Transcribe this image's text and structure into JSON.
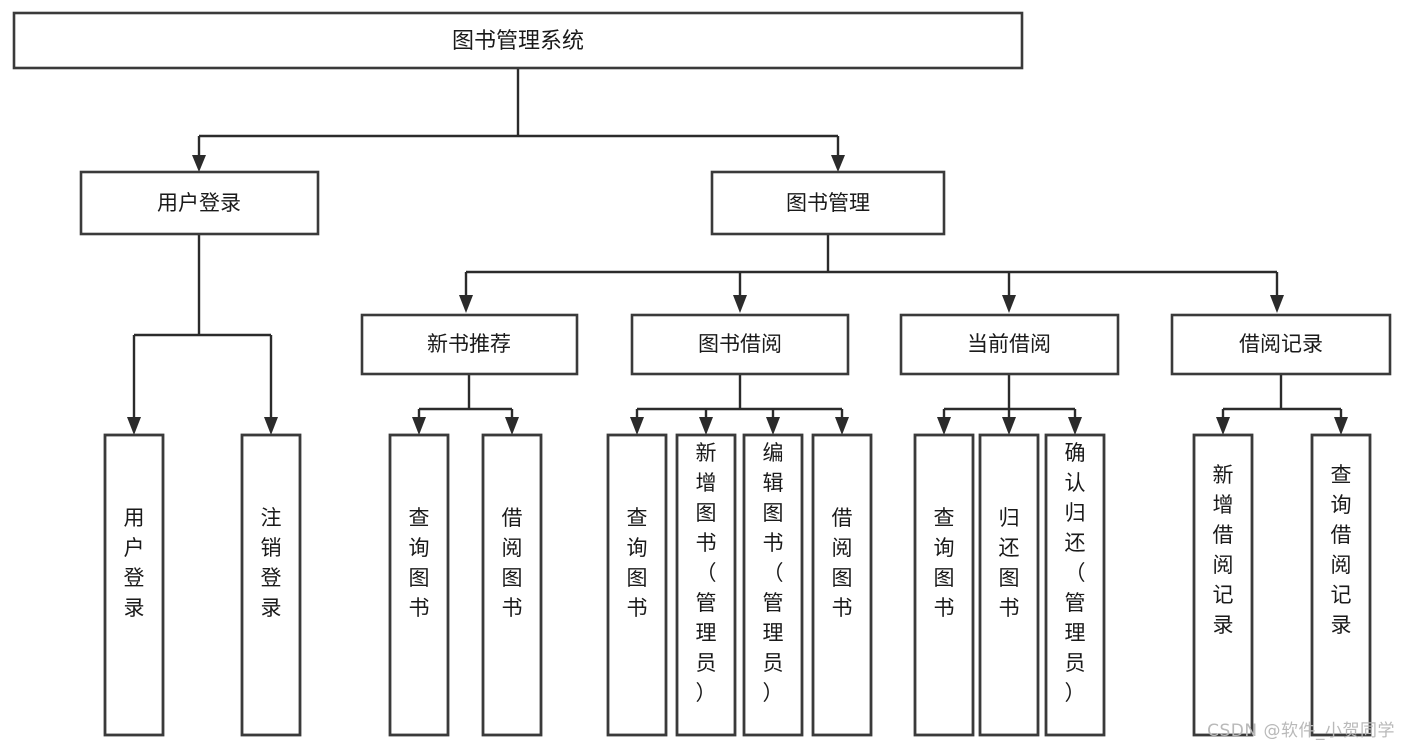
{
  "diagram": {
    "type": "tree-hierarchy",
    "title": "图书管理系统",
    "watermark": "CSDN @软件_小贺同学",
    "colors": {
      "box_stroke": "#3a3a3a",
      "connector": "#2b2b2b",
      "text": "#1a1a1a",
      "background": "#ffffff",
      "watermark": "#b9b9b9"
    },
    "nodes": {
      "root": {
        "label": "图书管理系统"
      },
      "level2": [
        {
          "id": "user-login",
          "label": "用户登录"
        },
        {
          "id": "book-management",
          "label": "图书管理"
        }
      ],
      "level3": [
        {
          "id": "new-book-recommend",
          "label": "新书推荐",
          "parent": "book-management"
        },
        {
          "id": "book-borrow",
          "label": "图书借阅",
          "parent": "book-management"
        },
        {
          "id": "current-borrow",
          "label": "当前借阅",
          "parent": "book-management"
        },
        {
          "id": "borrow-record",
          "label": "借阅记录",
          "parent": "book-management"
        }
      ],
      "leaves": {
        "user-login": [
          {
            "id": "leaf-user-login",
            "label": "用户登录"
          },
          {
            "id": "leaf-logout",
            "label": "注销登录"
          }
        ],
        "new-book-recommend": [
          {
            "id": "leaf-query-book-1",
            "label": "查询图书"
          },
          {
            "id": "leaf-borrow-book-1",
            "label": "借阅图书"
          }
        ],
        "book-borrow": [
          {
            "id": "leaf-query-book-2",
            "label": "查询图书"
          },
          {
            "id": "leaf-add-book",
            "label": "新增图书（管理员）"
          },
          {
            "id": "leaf-edit-book",
            "label": "编辑图书（管理员）"
          },
          {
            "id": "leaf-borrow-book-2",
            "label": "借阅图书"
          }
        ],
        "current-borrow": [
          {
            "id": "leaf-query-book-3",
            "label": "查询图书"
          },
          {
            "id": "leaf-return-book",
            "label": "归还图书"
          },
          {
            "id": "leaf-confirm-return",
            "label": "确认归还（管理员）"
          }
        ],
        "borrow-record": [
          {
            "id": "leaf-add-record",
            "label": "新增借阅记录"
          },
          {
            "id": "leaf-query-record",
            "label": "查询借阅记录"
          }
        ]
      }
    }
  }
}
